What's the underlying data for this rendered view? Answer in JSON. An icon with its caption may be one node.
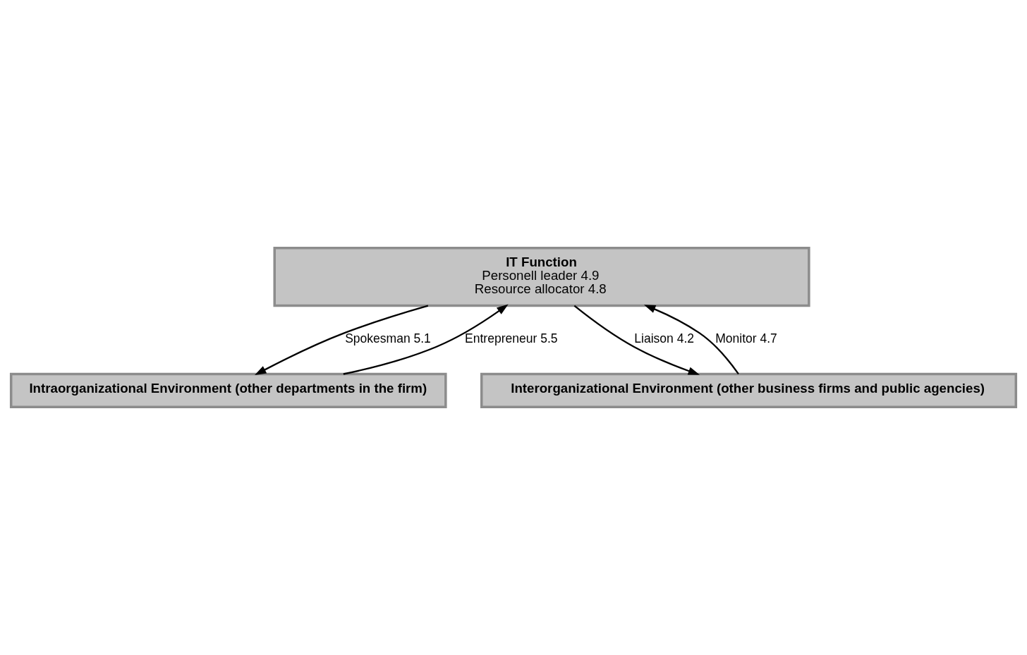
{
  "diagram": {
    "nodes": [
      {
        "text": [
          "IT Function",
          "Personell leader 4.9",
          "Resource allocator 4.8"
        ]
      },
      {
        "text": [
          "Intraorganizational Environment (other departments in the firm)"
        ]
      },
      {
        "text": [
          "Interorganizational Environment (other business firms and public agencies)"
        ]
      }
    ],
    "edges": [
      {
        "from": 0,
        "to": 2,
        "arrow": "to",
        "label": "Liaison 4.2"
      },
      {
        "from": 0,
        "to": 1,
        "arrow": "to",
        "label": "Spokesman 5.1"
      },
      {
        "from": 1,
        "to": 0,
        "arrow": "to",
        "label": "Entrepreneur 5.5"
      },
      {
        "from": 2,
        "to": 0,
        "arrow": "to",
        "label": "Monitor 4.7"
      }
    ]
  }
}
